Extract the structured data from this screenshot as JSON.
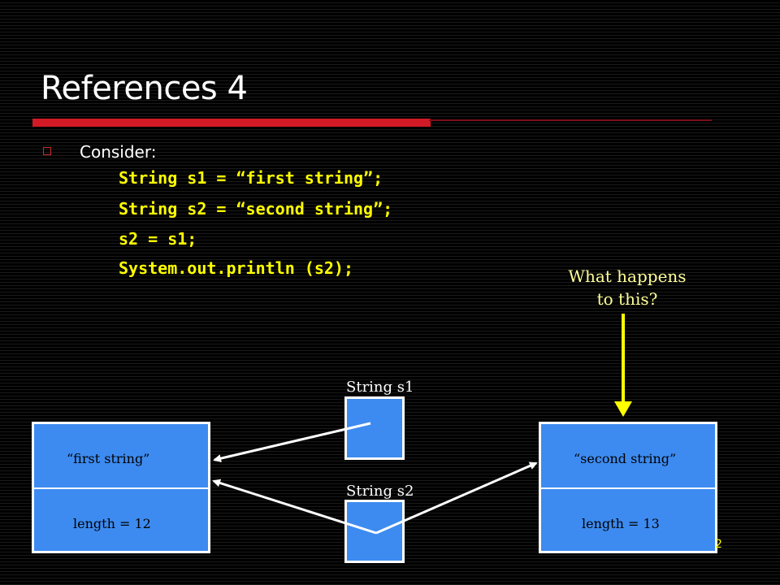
{
  "slide": {
    "title": "References 4",
    "bullet": "Consider:",
    "code_lines": [
      "String s1 = “first string”;",
      "String s2 = “second string”;",
      "s2 = s1;",
      "System.out.println (s2);"
    ],
    "annotation_line1": "What happens",
    "annotation_line2": "to this?",
    "page_number": "2"
  },
  "diagram": {
    "var1_label": "String s1",
    "var2_label": "String s2",
    "object1": {
      "value": "“first string”",
      "length": "length = 12"
    },
    "object2": {
      "value": "“second string”",
      "length": "length = 13"
    }
  },
  "colors": {
    "accent_red": "#d21a26",
    "code_yellow": "#ffff00",
    "annotation_yellow": "#ffff99",
    "box_blue": "#3d8bf0"
  }
}
